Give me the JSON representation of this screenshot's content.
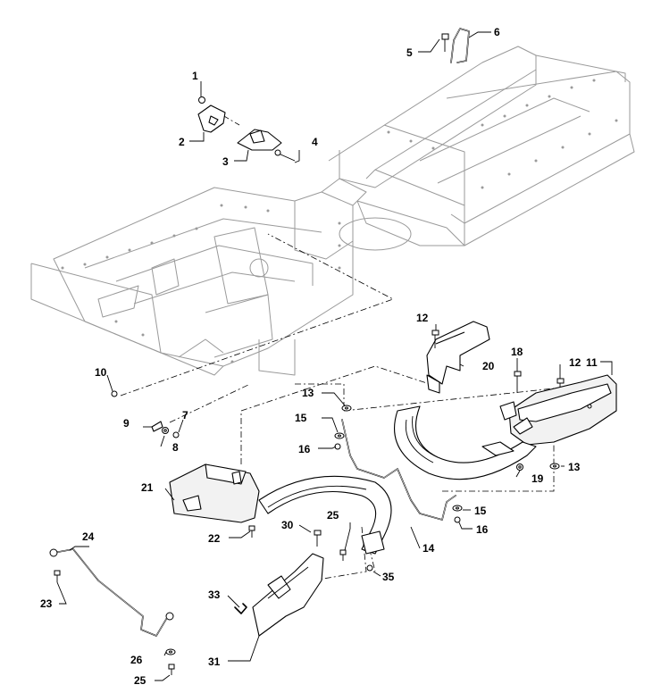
{
  "callouts": [
    {
      "id": "c1",
      "label": "1"
    },
    {
      "id": "c2",
      "label": "2"
    },
    {
      "id": "c3",
      "label": "3"
    },
    {
      "id": "c4",
      "label": "4"
    },
    {
      "id": "c5",
      "label": "5"
    },
    {
      "id": "c6",
      "label": "6"
    },
    {
      "id": "c7",
      "label": "7"
    },
    {
      "id": "c8",
      "label": "8"
    },
    {
      "id": "c9",
      "label": "9"
    },
    {
      "id": "c10",
      "label": "10"
    },
    {
      "id": "c11",
      "label": "11"
    },
    {
      "id": "c12a",
      "label": "12"
    },
    {
      "id": "c12b",
      "label": "12"
    },
    {
      "id": "c13a",
      "label": "13"
    },
    {
      "id": "c13b",
      "label": "13"
    },
    {
      "id": "c14",
      "label": "14"
    },
    {
      "id": "c15a",
      "label": "15"
    },
    {
      "id": "c15b",
      "label": "15"
    },
    {
      "id": "c16a",
      "label": "16"
    },
    {
      "id": "c16b",
      "label": "16"
    },
    {
      "id": "c18",
      "label": "18"
    },
    {
      "id": "c19",
      "label": "19"
    },
    {
      "id": "c20",
      "label": "20"
    },
    {
      "id": "c21",
      "label": "21"
    },
    {
      "id": "c22",
      "label": "22"
    },
    {
      "id": "c23",
      "label": "23"
    },
    {
      "id": "c24",
      "label": "24"
    },
    {
      "id": "c25a",
      "label": "25"
    },
    {
      "id": "c25b",
      "label": "25"
    },
    {
      "id": "c26",
      "label": "26"
    },
    {
      "id": "c30",
      "label": "30"
    },
    {
      "id": "c31",
      "label": "31"
    },
    {
      "id": "c33",
      "label": "33"
    },
    {
      "id": "c35",
      "label": "35"
    }
  ]
}
